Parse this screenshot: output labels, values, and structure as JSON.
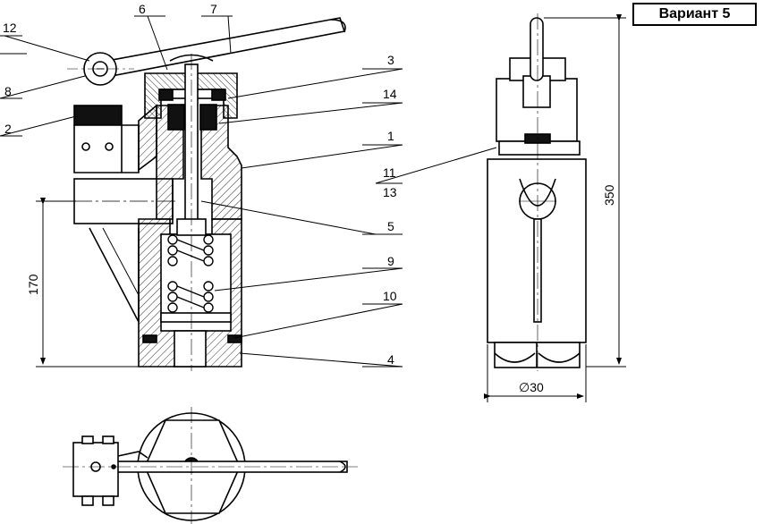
{
  "variant_label": "Вариант 5",
  "part_numbers": {
    "p12": "12",
    "p6": "6",
    "p7": "7",
    "p3": "3",
    "p14": "14",
    "p8": "8",
    "p2": "2",
    "p1": "1",
    "p11": "11",
    "p13": "13",
    "p5": "5",
    "p9": "9",
    "p10": "10",
    "p4": "4"
  },
  "dimensions": {
    "height_170": "170",
    "height_350": "350",
    "diameter_30": "∅30"
  },
  "colors": {
    "line": "#000000",
    "fill_dark": "#1a1a1a",
    "hatch": "#000000",
    "background": "#ffffff"
  }
}
